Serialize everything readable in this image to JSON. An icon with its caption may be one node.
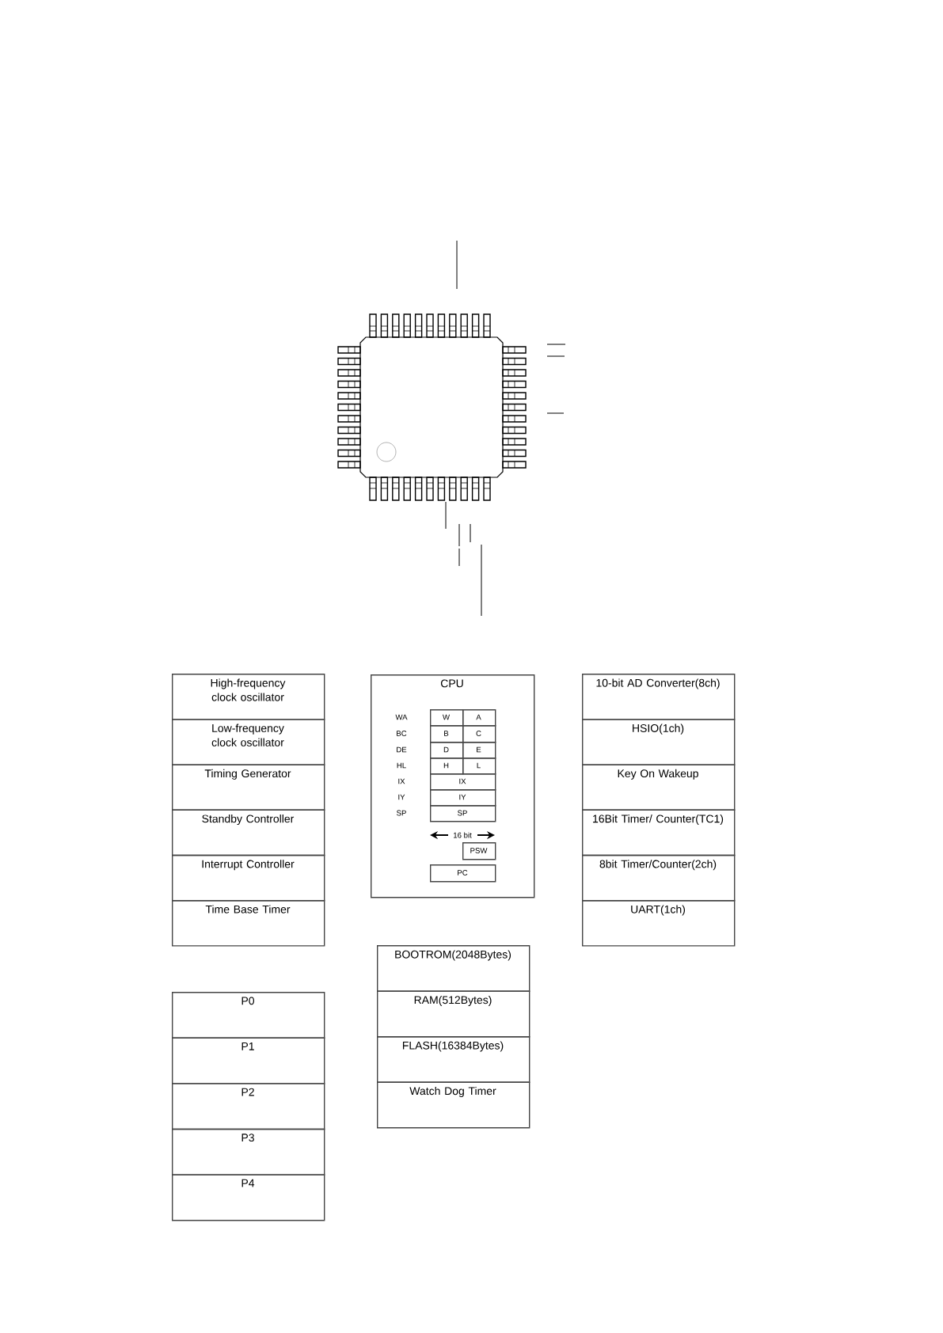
{
  "diagram": {
    "nodes": [
      {
        "text": [
          "High-frequency clock oscillator"
        ]
      },
      {
        "text": [
          "Low-frequency clock oscillator"
        ]
      },
      {
        "text": [
          "Timing Generator"
        ]
      },
      {
        "text": [
          "Standby Controller"
        ]
      },
      {
        "text": [
          "Interrupt Controller"
        ]
      },
      {
        "text": [
          "Time Base Timer"
        ]
      },
      {
        "text": [
          "CPU"
        ]
      },
      {
        "text": [
          "W"
        ],
        "in": 6
      },
      {
        "text": [
          "A"
        ],
        "in": 6
      },
      {
        "text": [
          "B"
        ],
        "in": 6
      },
      {
        "text": [
          "C"
        ],
        "in": 6
      },
      {
        "text": [
          "D"
        ],
        "in": 6
      },
      {
        "text": [
          "E"
        ],
        "in": 6
      },
      {
        "text": [
          "H"
        ],
        "in": 6
      },
      {
        "text": [
          "L"
        ],
        "in": 6
      },
      {
        "text": [
          "IX"
        ],
        "in": 6
      },
      {
        "text": [
          "IY"
        ],
        "in": 6
      },
      {
        "text": [
          "SP"
        ],
        "in": 6
      },
      {
        "text": [
          "PSW"
        ],
        "in": 6
      },
      {
        "text": [
          "PC"
        ],
        "in": 6
      },
      {
        "text": [
          "10-bit AD Converter(8ch)"
        ]
      },
      {
        "text": [
          "HSIO(1ch)"
        ]
      },
      {
        "text": [
          "Key On Wakeup"
        ]
      },
      {
        "text": [
          "16Bit Timer/ Counter(TC1)"
        ]
      },
      {
        "text": [
          "8bit Timer/Counter(2ch)"
        ]
      },
      {
        "text": [
          "UART(1ch)"
        ]
      },
      {
        "text": [
          "BOOTROM(2048Bytes)"
        ]
      },
      {
        "text": [
          "RAM(512Bytes)"
        ]
      },
      {
        "text": [
          "FLASH(16384Bytes)"
        ]
      },
      {
        "text": [
          "Watch Dog Timer"
        ]
      },
      {
        "text": [
          "P0"
        ]
      },
      {
        "text": [
          "P1"
        ]
      },
      {
        "text": [
          "P2"
        ]
      },
      {
        "text": [
          "P3"
        ]
      },
      {
        "text": [
          "P4"
        ]
      }
    ],
    "labels": [
      "WA",
      "BC",
      "DE",
      "HL",
      "IX",
      "IY",
      "SP",
      "16 bit"
    ]
  }
}
